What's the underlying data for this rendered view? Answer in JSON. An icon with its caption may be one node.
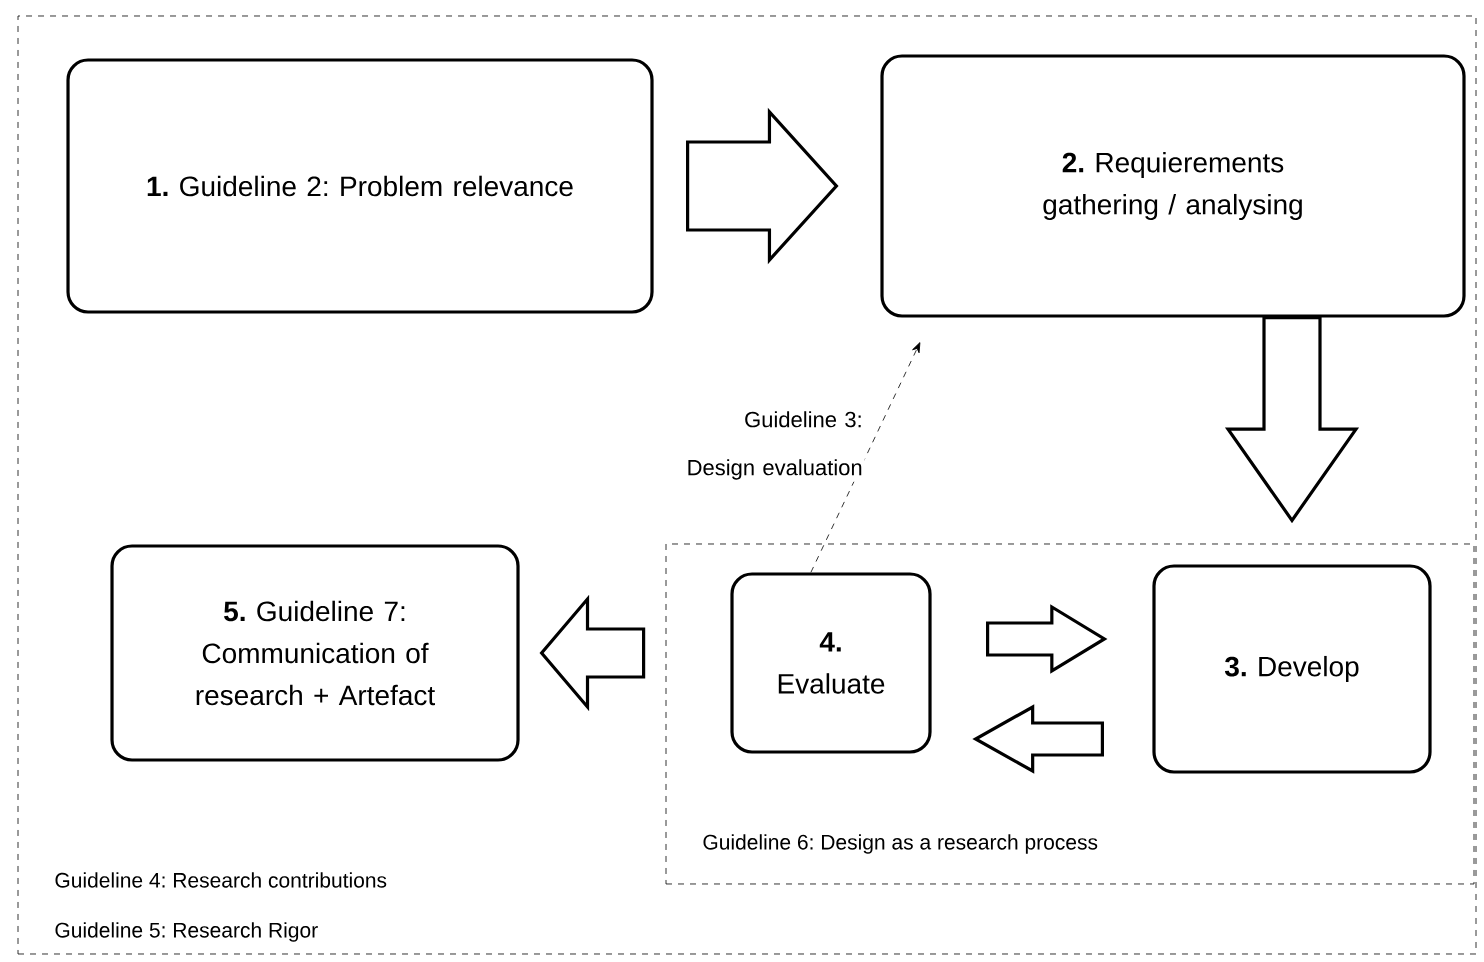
{
  "diagram": {
    "nodes": [
      {
        "text": [
          "Guideline 4: Research contributions",
          "Guideline 5: Research Rigor"
        ]
      },
      {
        "text": [
          "**1.** Guideline 2: Problem relevance"
        ],
        "in": 0
      },
      {
        "text": [
          "**2.** Requierements gathering / analysing"
        ],
        "in": 0
      },
      {
        "text": [
          "Guideline 6: Design as a research process"
        ],
        "in": 0
      },
      {
        "text": [
          "**4.** Evaluate"
        ],
        "in": 3
      },
      {
        "text": [
          "**3.** Develop"
        ],
        "in": 3
      },
      {
        "text": [
          "**5.** Guideline 7: Communication of research + Artefact"
        ],
        "in": 0
      }
    ],
    "edges": [
      {
        "from": 1,
        "to": 2,
        "arrow": "to",
        "style": "thick"
      },
      {
        "from": 2,
        "to": 5,
        "arrow": "to",
        "style": "thick"
      },
      {
        "from": 4,
        "to": 5,
        "arrow": "to",
        "style": "thick"
      },
      {
        "from": 5,
        "to": 4,
        "arrow": "to",
        "style": "thick"
      },
      {
        "from": 3,
        "to": 6,
        "arrow": "to",
        "style": "thick"
      },
      {
        "from": 4,
        "to": 2,
        "arrow": "to",
        "style": "dashed",
        "label": "Guideline 3: Design evaluation"
      }
    ]
  }
}
